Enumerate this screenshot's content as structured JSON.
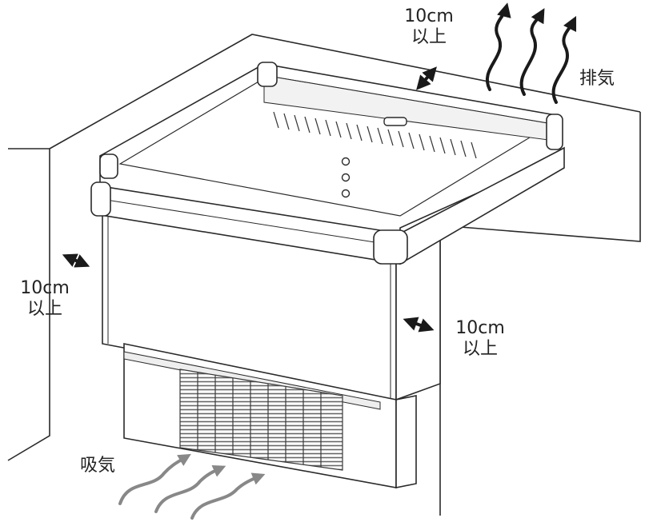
{
  "clearance_top": {
    "value": "10cm",
    "suffix": "以上"
  },
  "clearance_left": {
    "value": "10cm",
    "suffix": "以上"
  },
  "clearance_right": {
    "value": "10cm",
    "suffix": "以上"
  },
  "exhaust_label": "排気",
  "intake_label": "吸気",
  "colors": {
    "line": "#2a2a2a",
    "arrow": "#1a1a1a",
    "fill": "#ffffff",
    "grille": "#555555"
  }
}
